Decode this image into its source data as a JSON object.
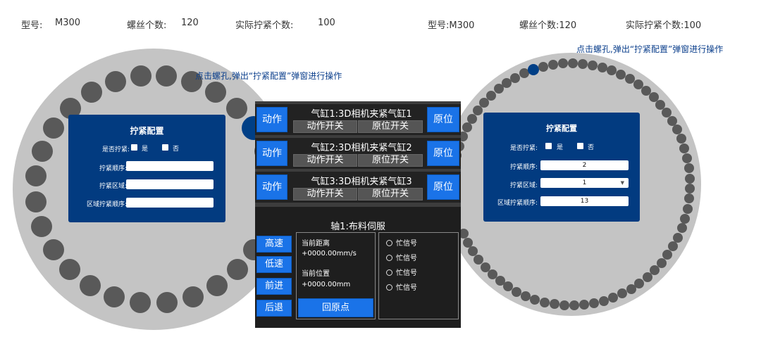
{
  "left_info": {
    "model_label": "型号:",
    "model_value": "M300",
    "screw_count_label": "螺丝个数:",
    "screw_count_value": "120",
    "actual_count_label": "实际拧紧个数:",
    "actual_count_value": "100"
  },
  "right_info": {
    "model_text": "型号:M300",
    "screw_count_text": "螺丝个数:120",
    "actual_count_text": "实际拧紧个数:100"
  },
  "left_note": "点击螺孔,弹出“拧紧配置”弹窗进行操作",
  "right_note": "点击螺孔,弹出“拧紧配置”弹窗进行操作",
  "left_dialog": {
    "title": "拧紧配置",
    "tighten_label": "是否拧紧:",
    "yes": "是",
    "no": "否",
    "order_label": "拧紧顺序:",
    "order_value": "",
    "region_label": "拧紧区域:",
    "region_value": "",
    "region_order_label": "区域拧紧顺序:",
    "region_order_value": ""
  },
  "right_dialog": {
    "title": "拧紧配置",
    "tighten_label": "是否拧紧:",
    "yes": "是",
    "no": "否",
    "order_label": "拧紧顺序:",
    "order_value": "2",
    "region_label": "拧紧区域:",
    "region_value": "1",
    "region_order_label": "区域拧紧顺序:",
    "region_order_value": "13"
  },
  "panel": {
    "cylinders": [
      {
        "title": "气缸1:3D相机夹紧气缸1",
        "action": "动作",
        "home": "原位",
        "action_switch": "动作开关",
        "home_switch": "原位开关"
      },
      {
        "title": "气缸2:3D相机夹紧气缸2",
        "action": "动作",
        "home": "原位",
        "action_switch": "动作开关",
        "home_switch": "原位开关"
      },
      {
        "title": "气缸3:3D相机夹紧气缸3",
        "action": "动作",
        "home": "原位",
        "action_switch": "动作开关",
        "home_switch": "原位开关"
      }
    ],
    "axis": {
      "title": "轴1:布料伺服",
      "high_speed": "高速",
      "low_speed": "低速",
      "forward": "前进",
      "backward": "后退",
      "distance_label": "当前距离",
      "distance_value": "+0000.00mm/s",
      "position_label": "当前位置",
      "position_value": "+0000.00mm",
      "home_button": "回原点",
      "signals": [
        "忙信号",
        "忙信号",
        "忙信号",
        "忙信号"
      ]
    }
  },
  "colors": {
    "disc": "#c4c4c4",
    "hole": "#595959",
    "selected_hole": "#003f86",
    "dialog_bg": "#023b80",
    "panel_button": "#1a73e8",
    "panel_bg": "#3d3d3d"
  }
}
